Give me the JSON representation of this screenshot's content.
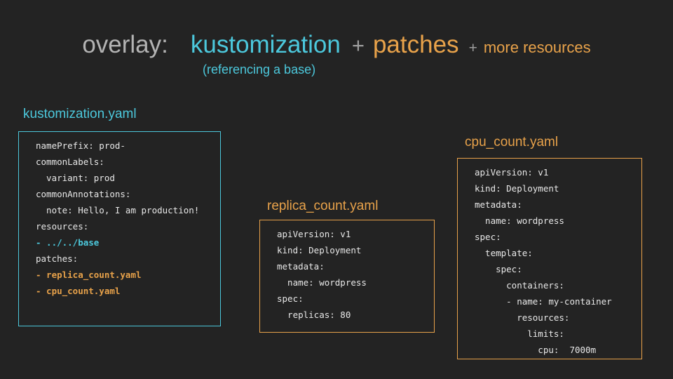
{
  "colors": {
    "bg": "#232323",
    "cyan": "#4cc8dc",
    "orange": "#e8a24a",
    "gray": "#b3b3b3",
    "plus": "#9e9e9e",
    "code": "#e8e8e8"
  },
  "title": {
    "overlay": "overlay:",
    "kustomization": "kustomization",
    "plus1": "+",
    "patches": "patches",
    "plus2": "+",
    "more_resources": "more resources",
    "subtitle": "(referencing a base)"
  },
  "boxes": [
    {
      "filename": "kustomization.yaml",
      "accent": "cyan",
      "lines": [
        {
          "text": "namePrefix: prod-",
          "color": "default"
        },
        {
          "text": "commonLabels:",
          "color": "default"
        },
        {
          "text": "  variant: prod",
          "color": "default"
        },
        {
          "text": "commonAnnotations:",
          "color": "default"
        },
        {
          "text": "  note: Hello, I am production!",
          "color": "default"
        },
        {
          "text": "resources:",
          "color": "default"
        },
        {
          "text": "- ../../base",
          "color": "cyan"
        },
        {
          "text": "patches:",
          "color": "default"
        },
        {
          "text": "- replica_count.yaml",
          "color": "orange"
        },
        {
          "text": "- cpu_count.yaml",
          "color": "orange"
        }
      ]
    },
    {
      "filename": "replica_count.yaml",
      "accent": "orange",
      "lines": [
        {
          "text": "apiVersion: v1",
          "color": "default"
        },
        {
          "text": "kind: Deployment",
          "color": "default"
        },
        {
          "text": "metadata:",
          "color": "default"
        },
        {
          "text": "  name: wordpress",
          "color": "default"
        },
        {
          "text": "spec:",
          "color": "default"
        },
        {
          "text": "  replicas: 80",
          "color": "default"
        }
      ]
    },
    {
      "filename": "cpu_count.yaml",
      "accent": "orange",
      "lines": [
        {
          "text": "apiVersion: v1",
          "color": "default"
        },
        {
          "text": "kind: Deployment",
          "color": "default"
        },
        {
          "text": "metadata:",
          "color": "default"
        },
        {
          "text": "  name: wordpress",
          "color": "default"
        },
        {
          "text": "spec:",
          "color": "default"
        },
        {
          "text": "  template:",
          "color": "default"
        },
        {
          "text": "    spec:",
          "color": "default"
        },
        {
          "text": "      containers:",
          "color": "default"
        },
        {
          "text": "      - name: my-container",
          "color": "default"
        },
        {
          "text": "        resources:",
          "color": "default"
        },
        {
          "text": "          limits:",
          "color": "default"
        },
        {
          "text": "            cpu:  7000m",
          "color": "default"
        }
      ]
    }
  ]
}
